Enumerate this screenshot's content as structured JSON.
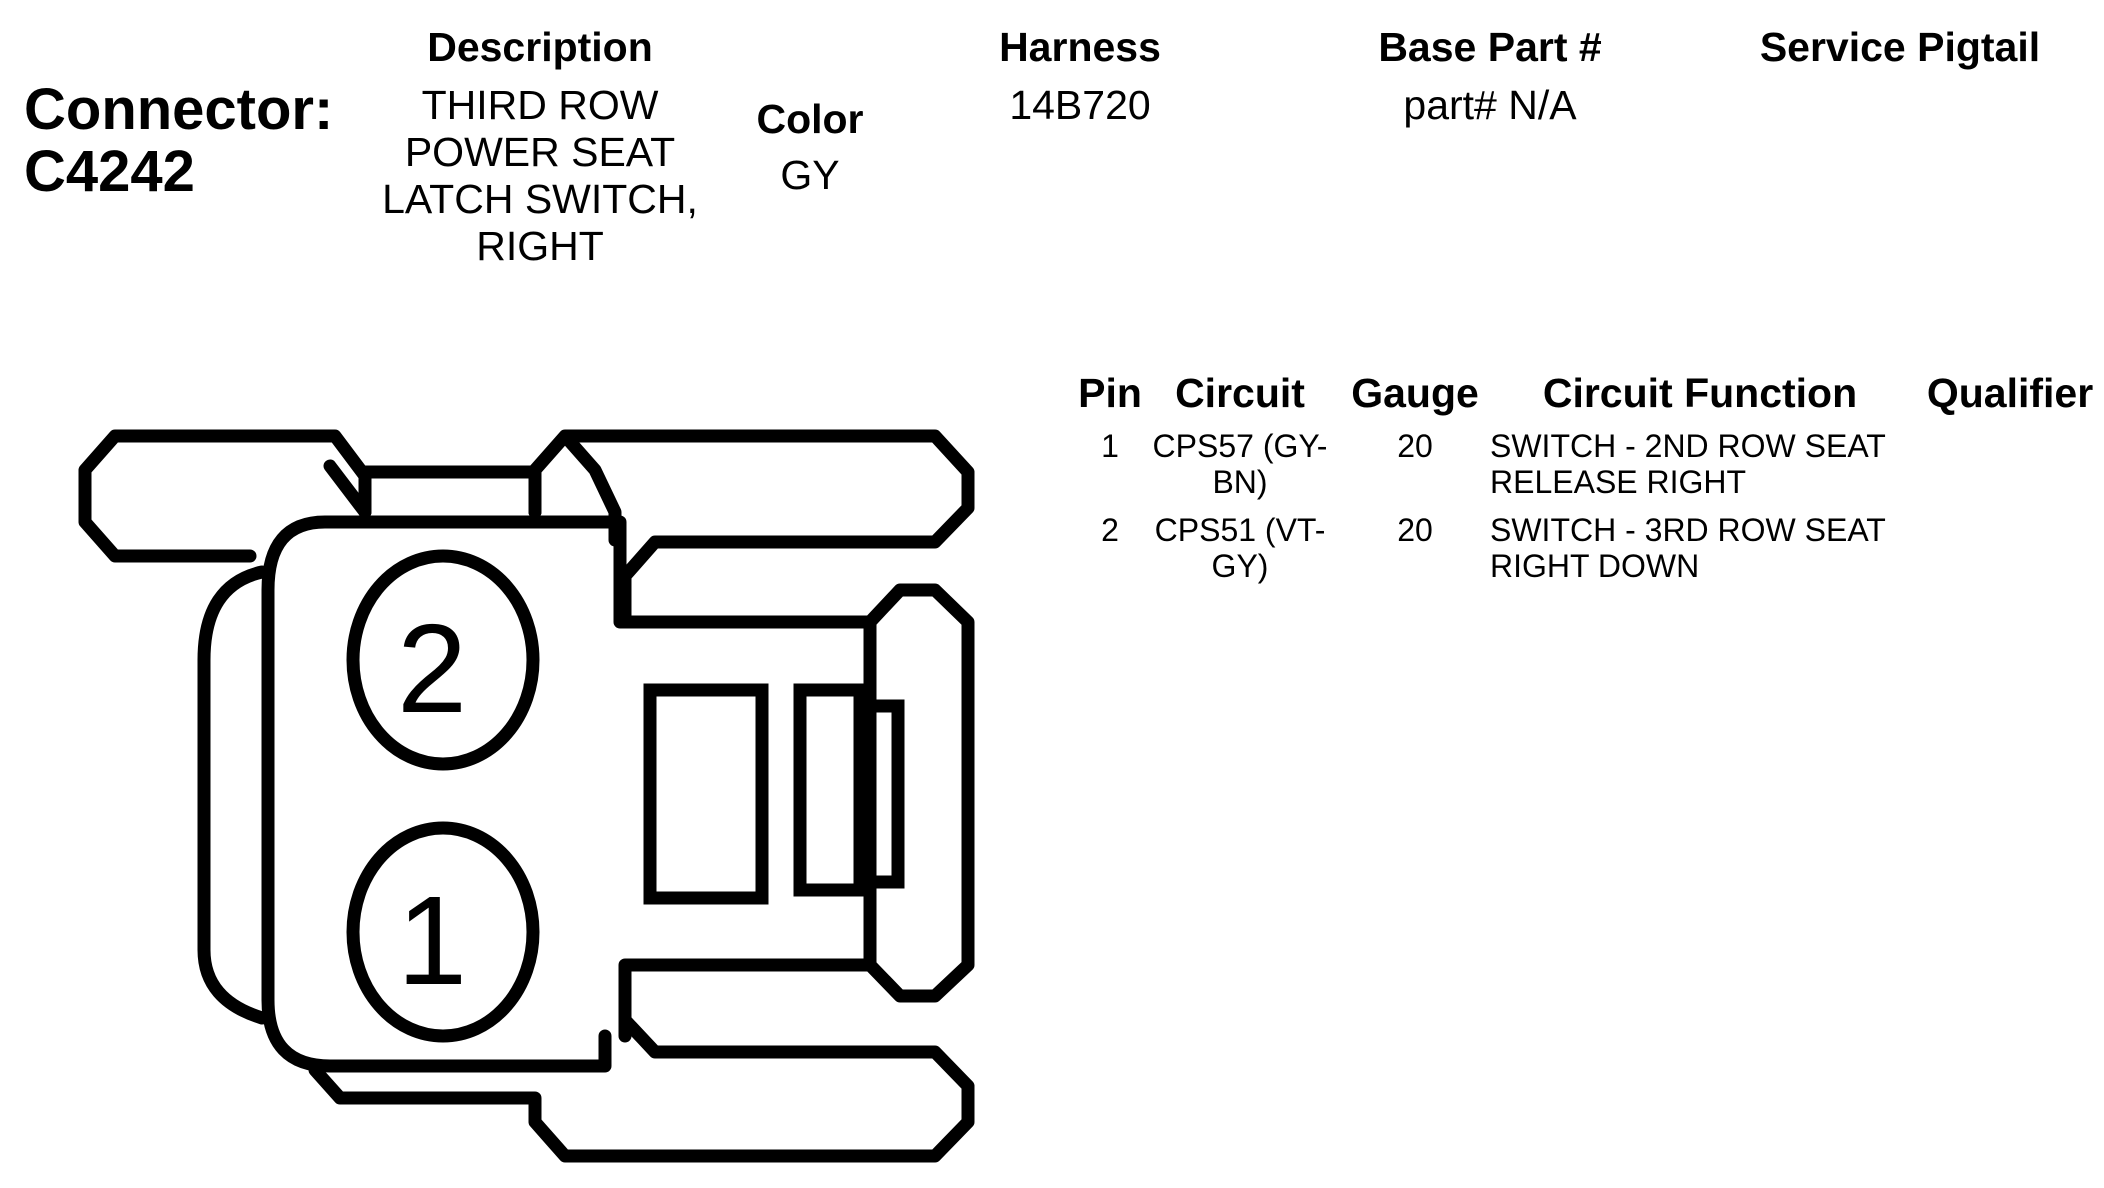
{
  "connector": {
    "label": "Connector:",
    "id": "C4242"
  },
  "header": {
    "description_label": "Description",
    "description_value": "THIRD ROW POWER SEAT LATCH SWITCH, RIGHT",
    "color_label": "Color",
    "color_value": "GY",
    "harness_label": "Harness",
    "harness_value": "14B720",
    "base_part_label": "Base Part #",
    "base_part_value": "part# N/A",
    "service_pigtail_label": "Service Pigtail"
  },
  "table": {
    "headers": [
      "Pin",
      "Circuit",
      "Gauge",
      "Circuit Function",
      "Qualifier"
    ],
    "rows": [
      {
        "pin": "1",
        "circuit": "CPS57 (GY-BN)",
        "gauge": "20",
        "function": "SWITCH - 2ND ROW SEAT RELEASE RIGHT",
        "qualifier": ""
      },
      {
        "pin": "2",
        "circuit": "CPS51 (VT-GY)",
        "gauge": "20",
        "function": "SWITCH - 3RD ROW SEAT RIGHT DOWN",
        "qualifier": ""
      }
    ]
  },
  "diagram": {
    "pins": [
      {
        "number": "2"
      },
      {
        "number": "1"
      }
    ],
    "stroke_color": "#000000"
  }
}
